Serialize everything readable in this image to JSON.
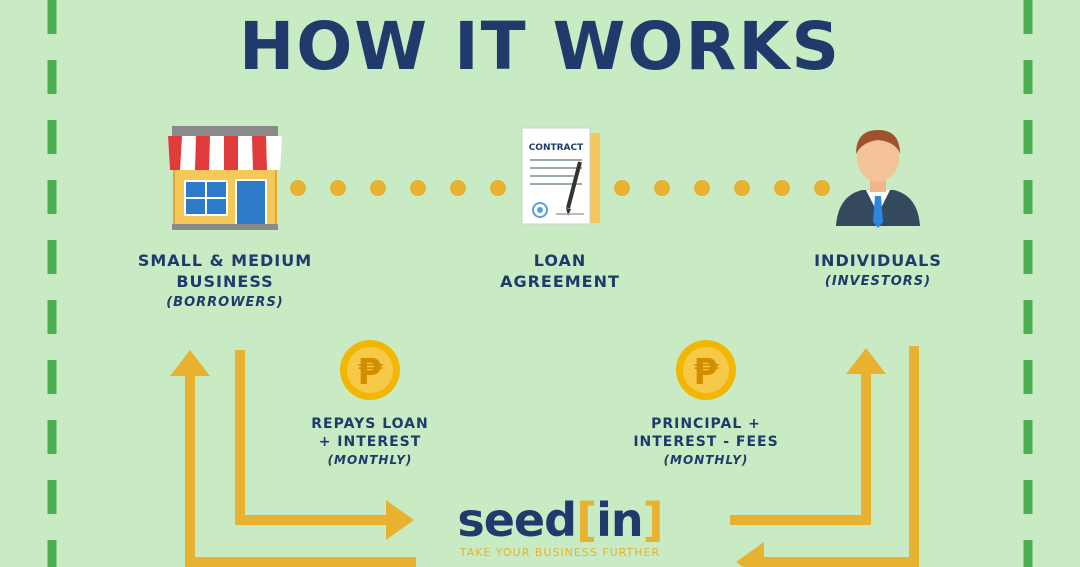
{
  "title": "HOW IT WORKS",
  "nodes": {
    "borrower": {
      "line1": "SMALL & MEDIUM",
      "line2": "BUSINESS",
      "role": "(BORROWERS)"
    },
    "agreement": {
      "line1": "LOAN",
      "line2": "AGREEMENT",
      "document_label": "CONTRACT"
    },
    "investor": {
      "line1": "INDIVIDUALS",
      "role": "(INVESTORS)"
    }
  },
  "flows": {
    "repay": {
      "line1": "REPAYS LOAN",
      "line2": "+ INTEREST",
      "period": "(MONTHLY)",
      "currency_symbol": "₱"
    },
    "payout": {
      "line1": "PRINCIPAL +",
      "line2": "INTEREST - FEES",
      "period": "(MONTHLY)",
      "currency_symbol": "₱"
    }
  },
  "brand": {
    "word": "seed",
    "bracket_open": "[",
    "bracket_inner": "in",
    "bracket_close": "]",
    "tagline": "TAKE YOUR BUSINESS FURTHER"
  },
  "colors": {
    "background": "#c8ebc4",
    "navy": "#1f3a6b",
    "gold": "#e8b230",
    "border_green": "#4caf50"
  }
}
